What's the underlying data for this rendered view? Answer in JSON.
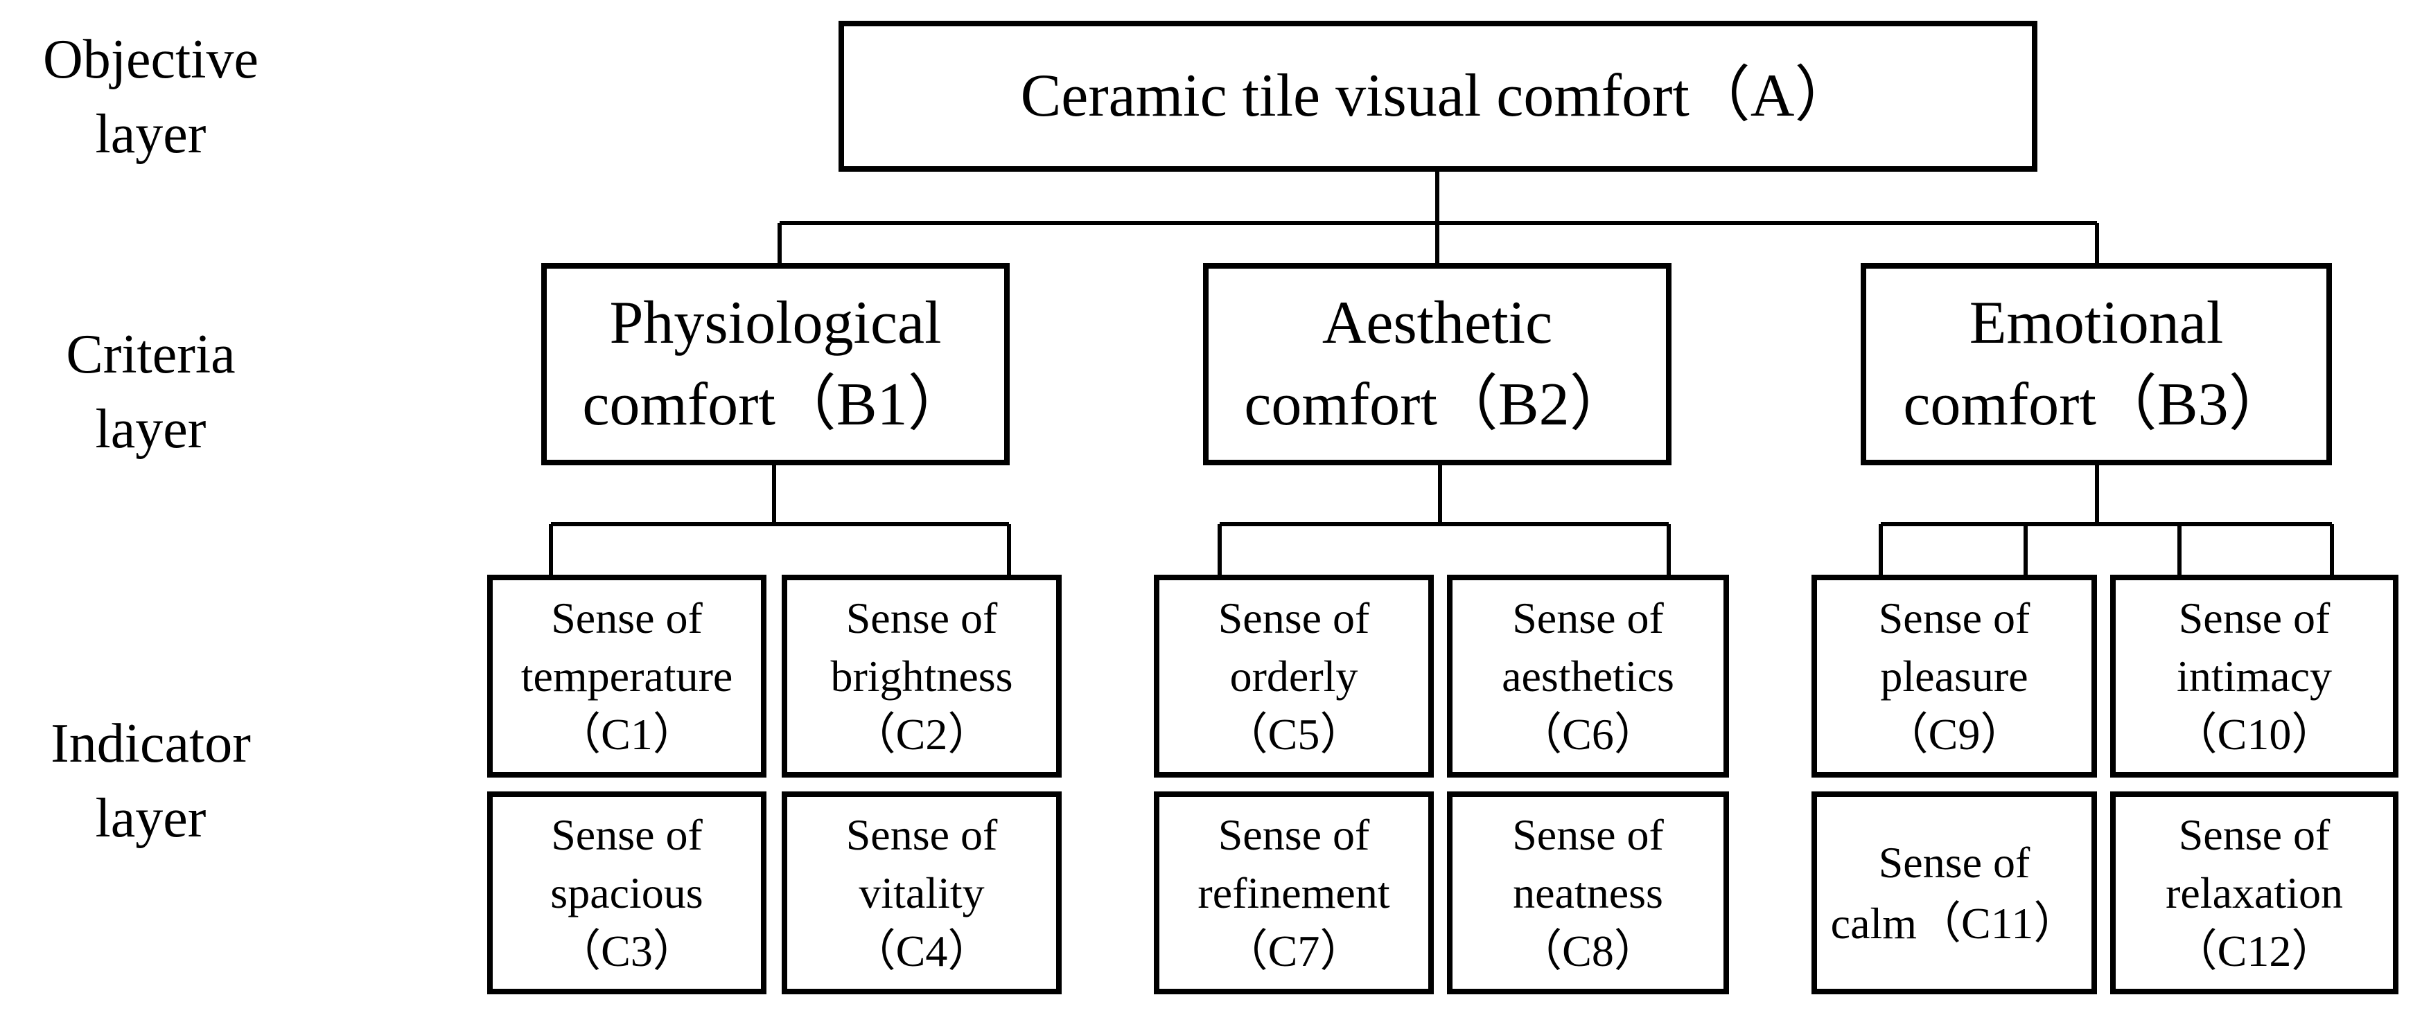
{
  "layers": {
    "objective": [
      "Objective",
      "layer"
    ],
    "criteria": [
      "Criteria",
      "layer"
    ],
    "indicator": [
      "Indicator",
      "layer"
    ]
  },
  "objective": {
    "text": "Ceramic tile visual comfort（A）"
  },
  "criteria": [
    {
      "lines": [
        "Physiological",
        "comfort（B1）"
      ]
    },
    {
      "lines": [
        "Aesthetic",
        "comfort（B2）"
      ]
    },
    {
      "lines": [
        "Emotional",
        "comfort（B3）"
      ]
    }
  ],
  "indicators": [
    {
      "lines": [
        "Sense of",
        "temperature",
        "（C1）"
      ]
    },
    {
      "lines": [
        "Sense of",
        "brightness",
        "（C2）"
      ]
    },
    {
      "lines": [
        "Sense of",
        "spacious",
        "（C3）"
      ]
    },
    {
      "lines": [
        "Sense of",
        "vitality",
        "（C4）"
      ]
    },
    {
      "lines": [
        "Sense of",
        "orderly",
        "（C5）"
      ]
    },
    {
      "lines": [
        "Sense of",
        "aesthetics",
        "（C6）"
      ]
    },
    {
      "lines": [
        "Sense of",
        "refinement",
        "（C7）"
      ]
    },
    {
      "lines": [
        "Sense of",
        "neatness",
        "（C8）"
      ]
    },
    {
      "lines": [
        "Sense of",
        "pleasure",
        "（C9）"
      ]
    },
    {
      "lines": [
        "Sense of",
        "intimacy",
        "（C10）"
      ]
    },
    {
      "lines": [
        "Sense of",
        "calm（C11）"
      ]
    },
    {
      "lines": [
        "Sense of",
        "relaxation",
        "（C12）"
      ]
    }
  ]
}
